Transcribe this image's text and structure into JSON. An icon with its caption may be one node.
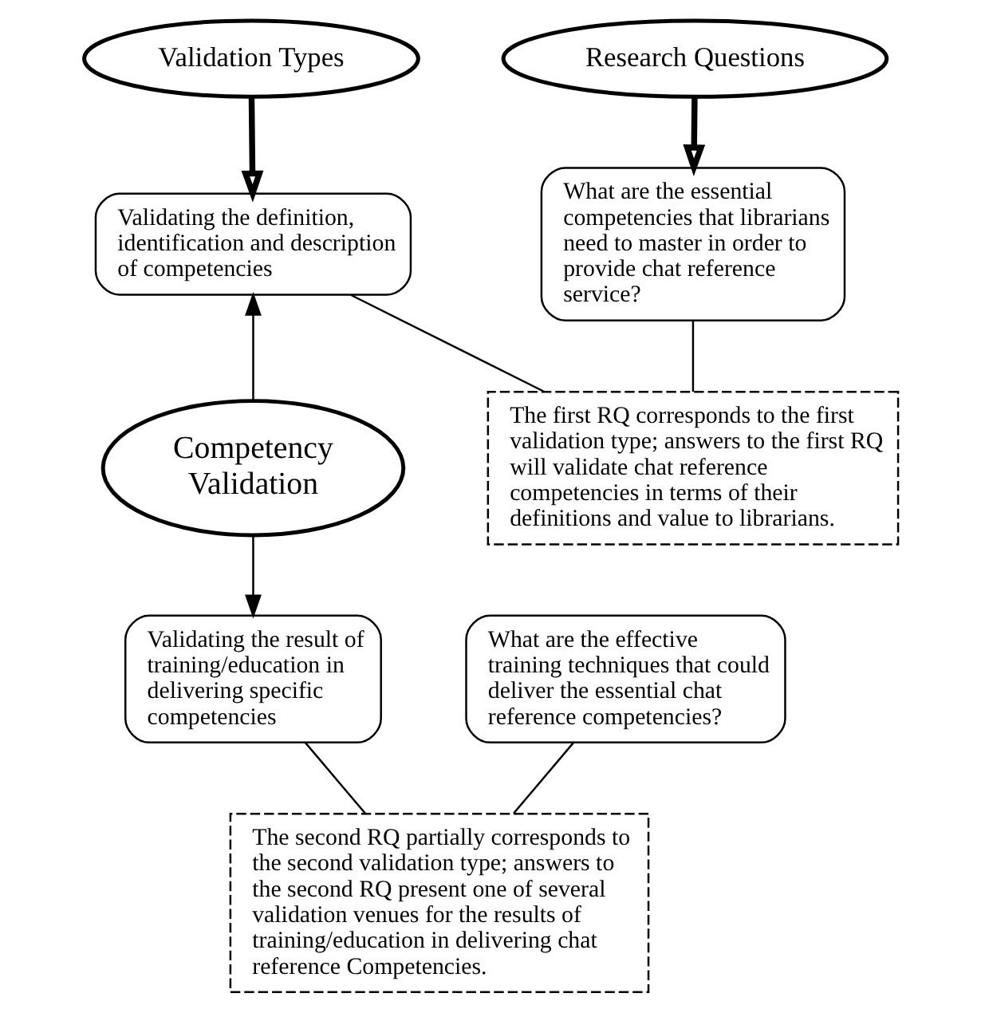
{
  "diagram": {
    "nodes": [
      {
        "text": [
          "Validation Types"
        ]
      },
      {
        "text": [
          "Research Questions"
        ]
      },
      {
        "text": [
          "Validating the definition, identification and description of competencies"
        ]
      },
      {
        "text": [
          "What are the essential competencies that librarians need to master in order to provide chat reference service?"
        ]
      },
      {
        "text": [
          "The first RQ corresponds to the first validation type; answers to the first RQ will validate chat reference competencies in terms of their definitions and value to librarians."
        ]
      },
      {
        "text": [
          "Competency Validation"
        ]
      },
      {
        "text": [
          "The second RQ partially corresponds to the second validation type; answers to the second RQ present one of several validation venues for the results of training/education in delivering chat reference Competencies."
        ]
      },
      {
        "text": [
          "Validating the result of training/education in delivering specific competencies"
        ]
      },
      {
        "text": [
          "What are the effective training techniques that could deliver the essential chat reference competencies?"
        ]
      }
    ],
    "edges": [
      {
        "from": 0,
        "to": 2,
        "arrow": "to",
        "style": "thick"
      },
      {
        "from": 1,
        "to": 3,
        "arrow": "to",
        "style": "thick"
      },
      {
        "from": 5,
        "to": 2,
        "arrow": "to"
      },
      {
        "from": 5,
        "to": 7,
        "arrow": "to"
      },
      {
        "from": 2,
        "to": 4,
        "arrow": "none"
      },
      {
        "from": 3,
        "to": 4,
        "arrow": "none"
      },
      {
        "from": 7,
        "to": 6,
        "arrow": "none"
      },
      {
        "from": 8,
        "to": 6,
        "arrow": "none"
      }
    ]
  }
}
